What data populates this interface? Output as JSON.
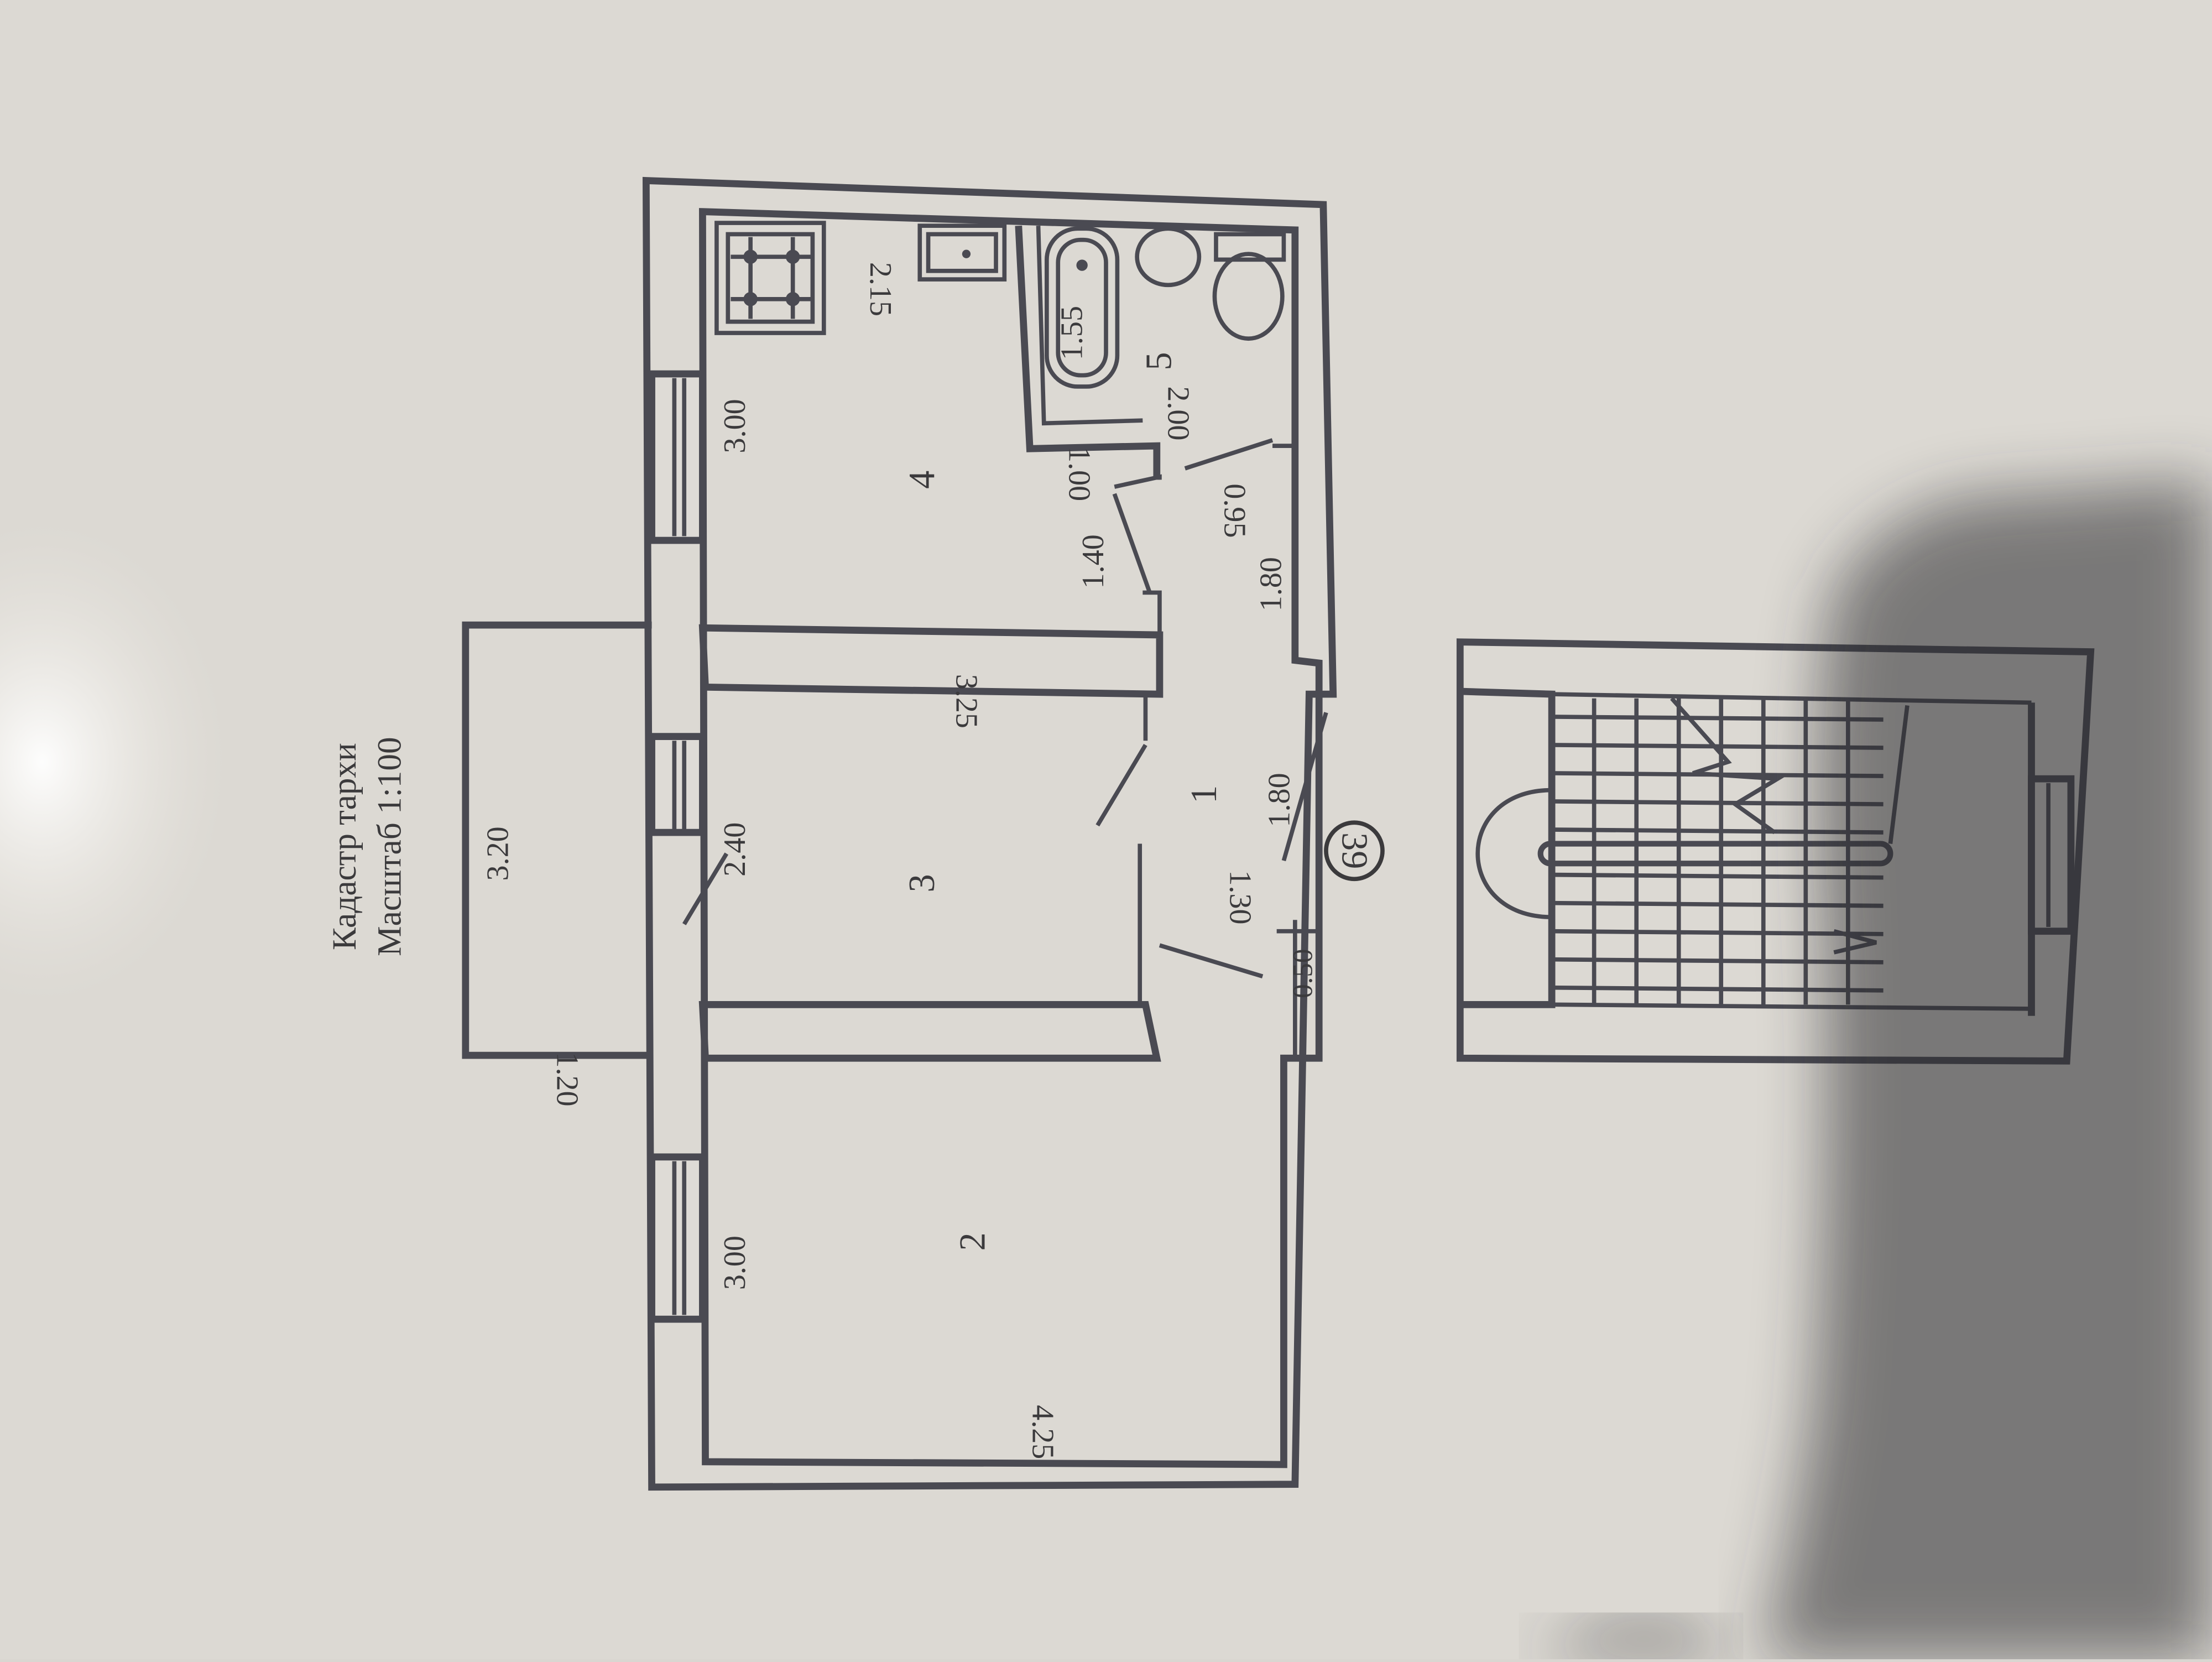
{
  "title": {
    "line1": "Кадастр тархи",
    "line2": "Масштаб 1:100"
  },
  "apartment_number": "39",
  "rooms": [
    {
      "id": "1"
    },
    {
      "id": "2"
    },
    {
      "id": "3"
    },
    {
      "id": "4"
    },
    {
      "id": "5"
    }
  ],
  "dimensions": {
    "balcony_length": "3.20",
    "balcony_depth": "1.20",
    "room2_width": "3.00",
    "room2_length": "4.25",
    "room3_width": "2.40",
    "room3_length": "3.25",
    "room4_width": "3.00",
    "kitchen_stove_side": "2.15",
    "bath_length": "1.55",
    "bath_room_length": "2.00",
    "bath_room_width": "1.00",
    "door_width": "1.40",
    "hall_upper": "1.80",
    "hall_upper_right": "0.95",
    "hall_lower": "1.80",
    "hall_entry": "1.30",
    "entry_small": "0.50"
  },
  "colors": {
    "paper": "#dedbd6",
    "ink": "#4a4a52",
    "shadow": "#2b2b2e"
  }
}
